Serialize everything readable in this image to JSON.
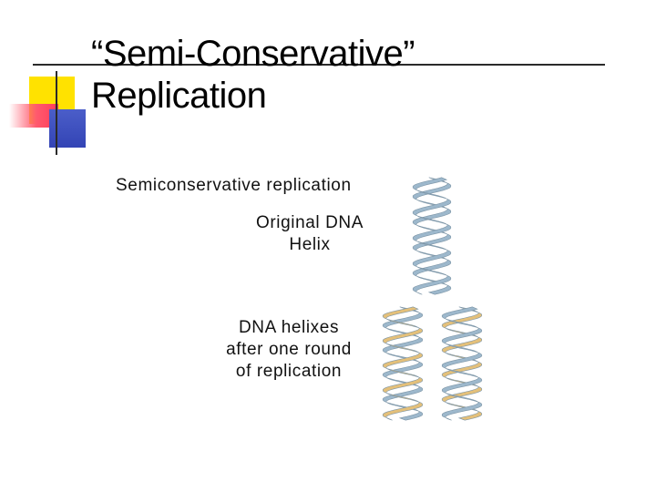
{
  "slide": {
    "title_lines": [
      "“Semi-Conservative”",
      "Replication"
    ]
  },
  "diagram": {
    "heading": "Semiconservative replication",
    "original_label_lines": [
      "Original DNA",
      "Helix"
    ],
    "after_label_lines": [
      "DNA helixes",
      "after one round",
      "of replication"
    ],
    "colors": {
      "original_strand": "#9db8cc",
      "new_strand": "#e4c07a",
      "strand_outline": "#7d95a6",
      "logo_yellow": "#ffe200",
      "logo_red": "#ff5a6e",
      "logo_blue": "#3a4cbf"
    }
  }
}
